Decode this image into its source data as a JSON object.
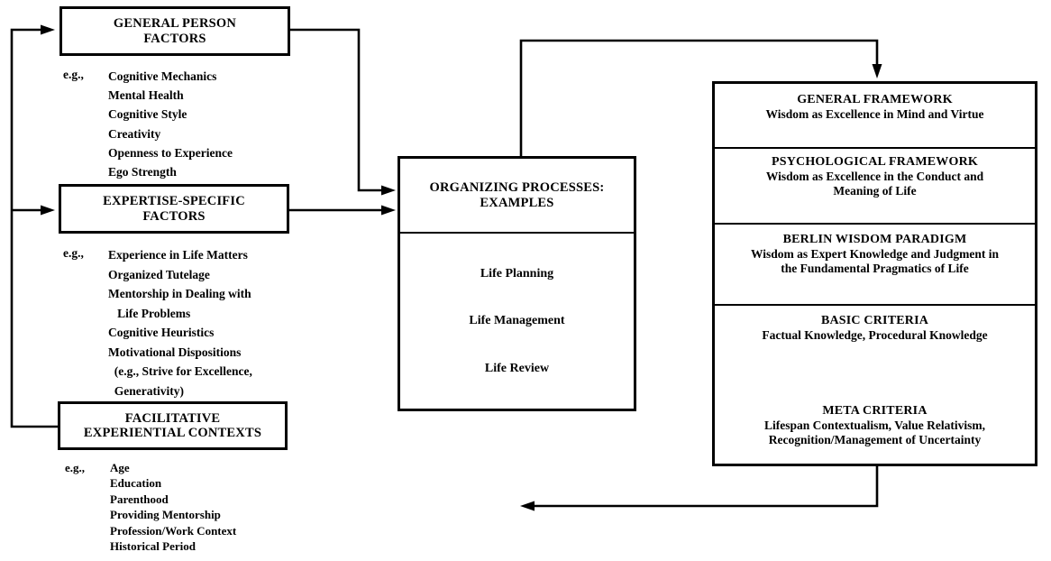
{
  "left": {
    "eg_label": "e.g.,",
    "boxes": [
      {
        "title": "GENERAL PERSON\nFACTORS",
        "items": [
          "Cognitive Mechanics",
          "Mental Health",
          "Cognitive Style",
          "Creativity",
          "Openness to Experience",
          "Ego Strength"
        ]
      },
      {
        "title": "EXPERTISE-SPECIFIC\nFACTORS",
        "items": [
          "Experience in Life Matters",
          "Organized Tutelage",
          "Mentorship in Dealing with",
          "   Life Problems",
          "Cognitive Heuristics",
          "Motivational Dispositions",
          "  (e.g., Strive for Excellence,",
          "  Generativity)"
        ]
      },
      {
        "title": "FACILITATIVE\nEXPERIENTIAL CONTEXTS",
        "items": [
          "Age",
          "Education",
          "Parenthood",
          "Providing Mentorship",
          "Profession/Work Context",
          "Historical Period"
        ]
      }
    ]
  },
  "center": {
    "title": "ORGANIZING PROCESSES:\nEXAMPLES",
    "items": [
      "Life Planning",
      "Life Management",
      "Life Review"
    ]
  },
  "right": {
    "sections": [
      {
        "heading": "GENERAL FRAMEWORK",
        "body": "Wisdom as Excellence in Mind and Virtue"
      },
      {
        "heading": "PSYCHOLOGICAL FRAMEWORK",
        "body": "Wisdom as Excellence in the Conduct and\nMeaning of Life"
      },
      {
        "heading": "BERLIN WISDOM PARADIGM",
        "body": "Wisdom as Expert Knowledge and Judgment in\nthe Fundamental Pragmatics of Life"
      },
      {
        "heading": "BASIC CRITERIA",
        "body": "Factual Knowledge, Procedural Knowledge"
      },
      {
        "heading": "META CRITERIA",
        "body": "Lifespan Contextualism, Value Relativism,\nRecognition/Management of Uncertainty"
      }
    ]
  },
  "colors": {
    "ink": "#000000",
    "background": "#ffffff"
  }
}
